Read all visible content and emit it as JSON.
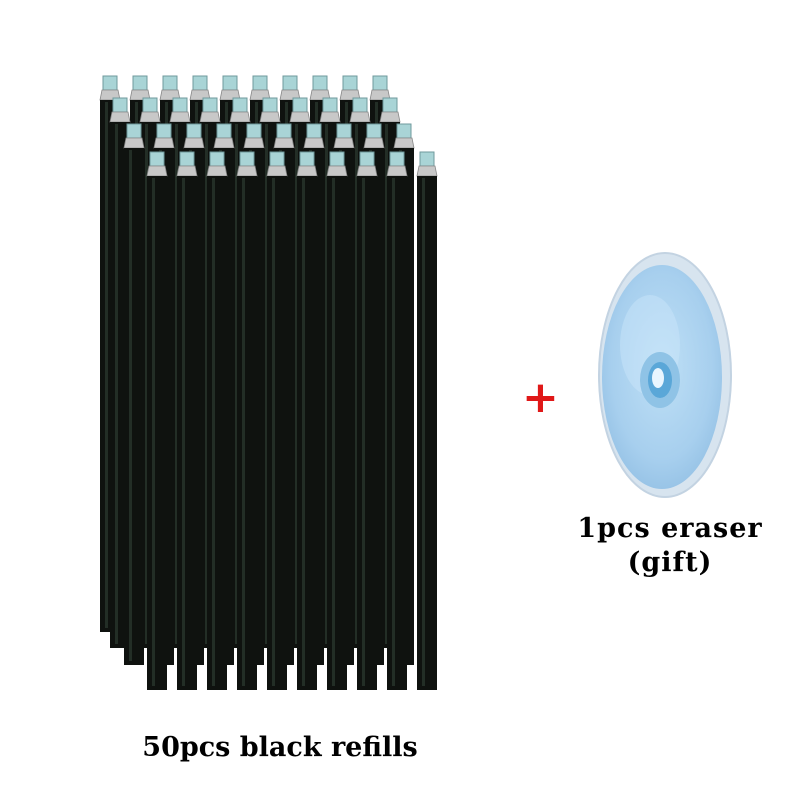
{
  "product": {
    "refills_label": "50pcs black refills",
    "plus_symbol": "+",
    "eraser_label_line1": "1pcs eraser",
    "eraser_label_line2": "(gift)"
  },
  "colors": {
    "refill_body": "#0f120f",
    "refill_tip": "#a9d4d6",
    "eraser_disc": "#a9d1ee",
    "plus_sign": "#e01818"
  }
}
